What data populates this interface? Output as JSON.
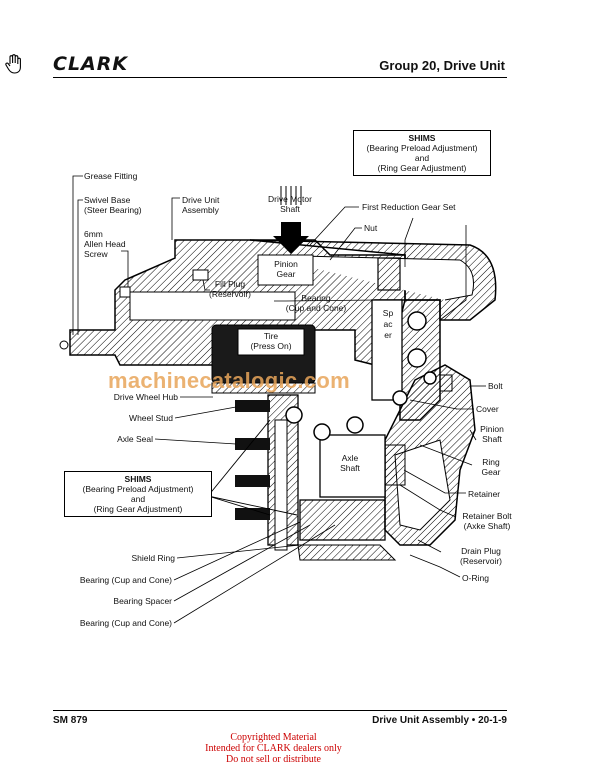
{
  "header": {
    "logo": "CLARK",
    "group": "Group 20, Drive Unit",
    "icon": "hand-pointer-icon"
  },
  "shims_top": {
    "title": "SHIMS",
    "line1": "(Bearing Preload Adjustment)",
    "line2": "and",
    "line3": "(Ring Gear Adjustment)"
  },
  "shims_left": {
    "title": "SHIMS",
    "line1": "(Bearing Preload Adjustment)",
    "line2": "and",
    "line3": "(Ring Gear Adjustment)"
  },
  "labels": {
    "grease": "Grease Fitting",
    "swivel1": "Swivel Base",
    "swivel2": "(Steer Bearing)",
    "allen1": "6mm",
    "allen2": "Allen Head",
    "allen3": "Screw",
    "drive_unit1": "Drive Unit",
    "drive_unit2": "Assembly",
    "motor1": "Drive Motor",
    "motor2": "Shaft",
    "first_red": "First Reduction Gear Set",
    "nut": "Nut",
    "pinion_gear1": "Pinion",
    "pinion_gear2": "Gear",
    "fill1": "Fill Plug",
    "fill2": "(Reservoir)",
    "bearing1": "Bearing",
    "bearing2": "(Cup and Cone)",
    "tire1": "Tire",
    "tire2": "(Press On)",
    "spacer": "Spacer",
    "drive_hub": "Drive Wheel Hub",
    "wheel_stud": "Wheel Stud",
    "axle_seal": "Axle Seal",
    "axle_shaft1": "Axle",
    "axle_shaft2": "Shaft",
    "bolt": "Bolt",
    "cover": "Cover",
    "pinion_shaft1": "Pinion",
    "pinion_shaft2": "Shaft",
    "ring_gear1": "Ring",
    "ring_gear2": "Gear",
    "retainer": "Retainer",
    "ret_bolt1": "Retainer Bolt",
    "ret_bolt2": "(Axke Shaft)",
    "drain1": "Drain Plug",
    "drain2": "(Reservoir)",
    "oring": "O-Ring",
    "shield": "Shield Ring",
    "bearing_a": "Bearing (Cup and Cone)",
    "bearing_spacer": "Bearing Spacer",
    "bearing_b": "Bearing (Cup and Cone)"
  },
  "watermark": "machinecatalogic.com",
  "footer": {
    "left": "SM 879",
    "right": "Drive Unit Assembly • 20-1-9",
    "copy1": "Copyrighted Material",
    "copy2": "Intended for CLARK dealers only",
    "copy3": "Do not sell or distribute"
  }
}
